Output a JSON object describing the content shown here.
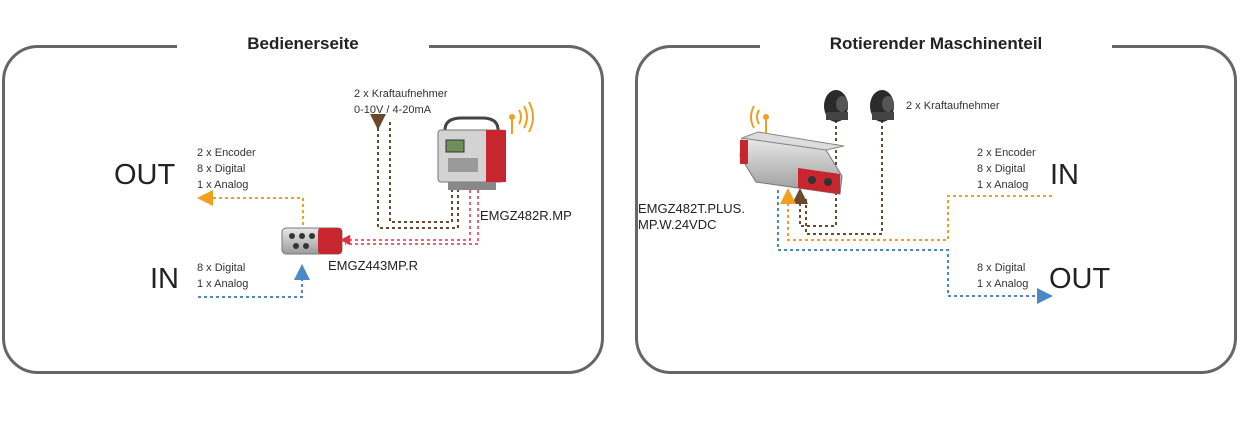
{
  "left": {
    "title": "Bedienerseite",
    "out_label": "OUT",
    "out_desc": [
      "2 x Encoder",
      "8 x Digital",
      "1 x Analog"
    ],
    "in_label": "IN",
    "in_desc": [
      "8 x Digital",
      "1 x Analog"
    ],
    "sensor_desc": [
      "2 x Kraftaufnehmer",
      "0-10V / 4-20mA"
    ],
    "device_main": "EMGZ482R.MP",
    "device_io": "EMGZ443MP.R"
  },
  "right": {
    "title": "Rotierender Maschinenteil",
    "sensor_desc": "2 x Kraftaufnehmer",
    "in_label": "IN",
    "in_desc": [
      "2 x Encoder",
      "8 x Digital",
      "1 x Analog"
    ],
    "out_label": "OUT",
    "out_desc": [
      "8 x Digital",
      "1 x Analog"
    ],
    "device": [
      "EMGZ482T.PLUS.",
      "MP.W.24VDC"
    ]
  },
  "colors": {
    "frame": "#666666",
    "brown_line": "#6b4a2b",
    "orange_line": "#f0a020",
    "blue_line": "#4a88c8",
    "red_line": "#e03040",
    "device_red": "#c8262e",
    "wireless": "#f0a020"
  },
  "icons": [
    "wireless-signal-icon",
    "load-cell-icon"
  ]
}
